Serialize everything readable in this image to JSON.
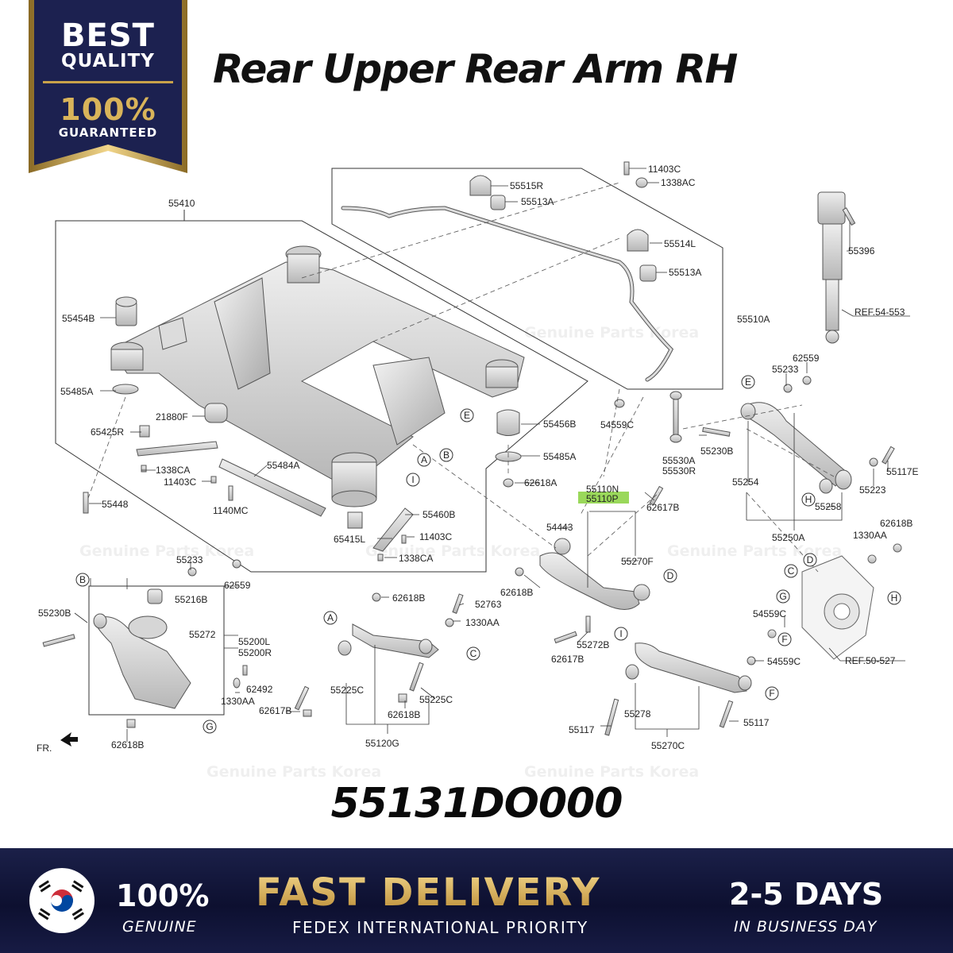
{
  "badge": {
    "line1": "BEST",
    "line2": "QUALITY",
    "line3": "100%",
    "line4": "GUARANTEED",
    "navy": "#1c2150",
    "gold": "#c9a24a"
  },
  "title": "Rear Upper Rear Arm RH",
  "watermark": "Genuine Parts Korea",
  "diagram": {
    "labels": {
      "l55410": "55410",
      "l55454B": "55454B",
      "l55485A_1": "55485A",
      "l21880F": "21880F",
      "l65425R": "65425R",
      "l1338CA_1": "1338CA",
      "l11403C_1": "11403C",
      "l55484A": "55484A",
      "l1140MC": "1140MC",
      "l55448": "55448",
      "l65415L": "65415L",
      "l55460B": "55460B",
      "l11403C_2": "11403C",
      "l1338CA_2": "1338CA",
      "l55456B": "55456B",
      "l55485A_2": "55485A",
      "l62618A": "62618A",
      "l55515R": "55515R",
      "l55513A_1": "55513A",
      "l11403C_3": "11403C",
      "l1338AC": "1338AC",
      "l55514L": "55514L",
      "l55513A_2": "55513A",
      "l55510A": "55510A",
      "l54559C_1": "54559C",
      "l55530A": "55530A",
      "l55530R": "55530R",
      "l55396": "55396",
      "lREF54": "REF.54-553",
      "l62559_1": "62559",
      "l55233_1": "55233",
      "l55230B_1": "55230B",
      "l55254": "55254",
      "l55258": "55258",
      "l55223": "55223",
      "l55117E": "55117E",
      "l55250A": "55250A",
      "l55110N": "55110N",
      "l55110P": "55110P",
      "l62617B_1": "62617B",
      "l54443": "54443",
      "l55270F": "55270F",
      "l62618B_1": "62618B",
      "l55272B": "55272B",
      "l62617B_2": "62617B",
      "l1330AA_1": "1330AA",
      "l62618B_2": "62618B",
      "l55233_2": "55233",
      "l62559_2": "62559",
      "l55216B": "55216B",
      "l55230B_2": "55230B",
      "l55272": "55272",
      "l55200L": "55200L",
      "l55200R": "55200R",
      "l62492": "62492",
      "l1330AA_2": "1330AA",
      "l62617B_3": "62617B",
      "l62618B_3": "62618B",
      "lFR": "FR.",
      "l62618B_4": "62618B",
      "l52763": "52763",
      "l1330AA_3": "1330AA",
      "l55225C_1": "55225C",
      "l55225C_2": "55225C",
      "l62618B_5": "62618B",
      "l55120G": "55120G",
      "l54559C_2": "54559C",
      "lREF50": "REF.50-527",
      "l55278": "55278",
      "l55117_1": "55117",
      "l55117_2": "55117",
      "l55270C": "55270C"
    },
    "callouts": {
      "A": "A",
      "B": "B",
      "C": "C",
      "D": "D",
      "E": "E",
      "F": "F",
      "G": "G",
      "H": "H",
      "I": "I"
    },
    "highlight_color": "#9ad85a"
  },
  "part_number": "55131DO000",
  "footer": {
    "genuine_pct": "100%",
    "genuine": "GENUINE",
    "fast_delivery": "FAST DELIVERY",
    "fedex": "FEDEX INTERNATIONAL PRIORITY",
    "days": "2-5 DAYS",
    "business_day": "IN BUSINESS DAY",
    "navy": "#141a44",
    "gold": "#d8b35a"
  }
}
